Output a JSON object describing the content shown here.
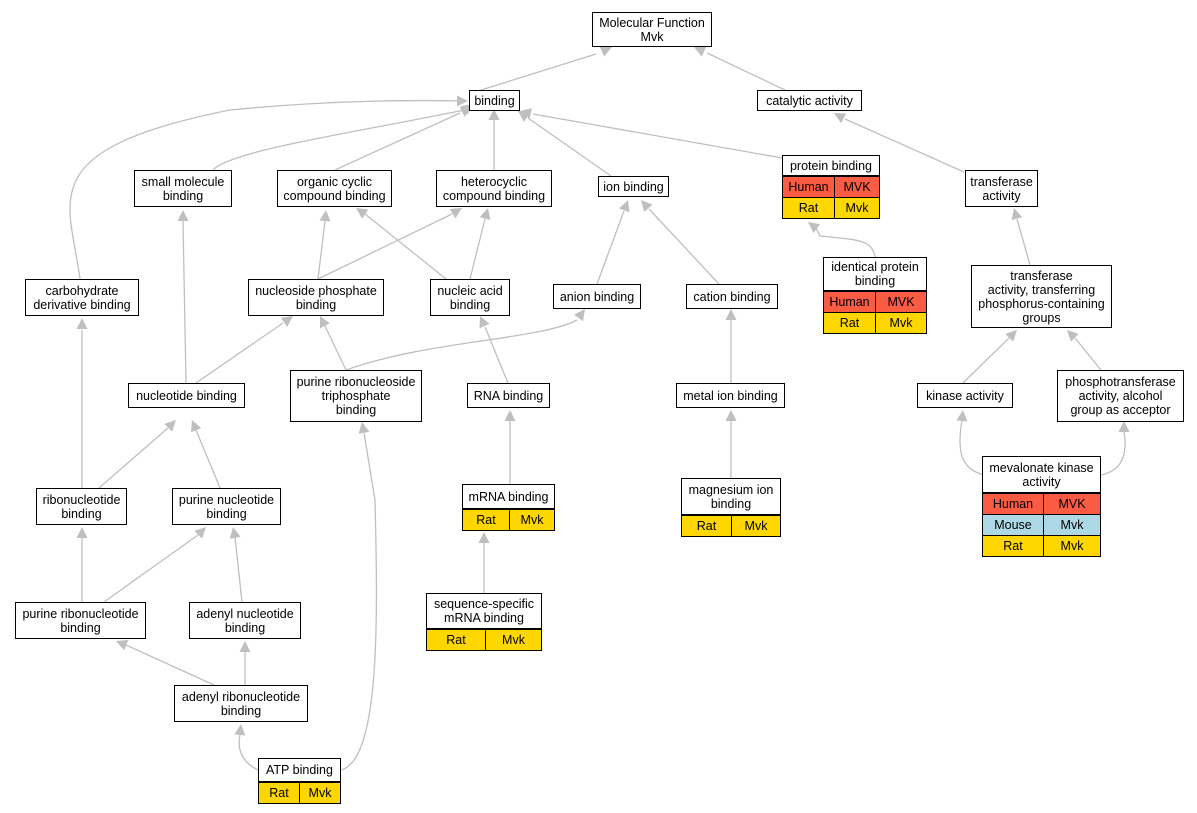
{
  "colors": {
    "edge": "#bfbfbf",
    "human": "#fa5c43",
    "mouse": "#add8e6",
    "rat": "#ffd700"
  },
  "nodes": {
    "molecular_function": "Molecular Function\nMvk",
    "binding": "binding",
    "catalytic_activity": "catalytic activity",
    "small_molecule_binding": "small molecule\nbinding",
    "organic_cyclic_compound_binding": "organic cyclic\ncompound binding",
    "heterocyclic_compound_binding": "heterocyclic\ncompound binding",
    "ion_binding": "ion binding",
    "protein_binding": "protein binding",
    "transferase_activity": "transferase\nactivity",
    "carbohydrate_derivative_binding": "carbohydrate\nderivative binding",
    "nucleoside_phosphate_binding": "nucleoside phosphate\nbinding",
    "nucleic_acid_binding": "nucleic acid\nbinding",
    "anion_binding": "anion binding",
    "cation_binding": "cation binding",
    "identical_protein_binding": "identical protein\nbinding",
    "transferase_phosphorus": "transferase\nactivity, transferring\nphosphorus-containing\ngroups",
    "nucleotide_binding": "nucleotide binding",
    "purine_ribonucleoside_triphosphate_binding": "purine ribonucleoside\ntriphosphate\nbinding",
    "rna_binding": "RNA binding",
    "metal_ion_binding": "metal ion binding",
    "kinase_activity": "kinase activity",
    "phosphotransferase_alcohol": "phosphotransferase\nactivity, alcohol\ngroup as acceptor",
    "ribonucleotide_binding": "ribonucleotide\nbinding",
    "purine_nucleotide_binding": "purine nucleotide\nbinding",
    "mrna_binding": "mRNA binding",
    "magnesium_ion_binding": "magnesium ion\nbinding",
    "mevalonate_kinase_activity": "mevalonate kinase\nactivity",
    "purine_ribonucleotide_binding": "purine ribonucleotide\nbinding",
    "adenyl_nucleotide_binding": "adenyl nucleotide\nbinding",
    "sequence_specific_mrna_binding": "sequence-specific\nmRNA binding",
    "adenyl_ribonucleotide_binding": "adenyl ribonucleotide\nbinding",
    "atp_binding": "ATP binding"
  },
  "annotations": {
    "protein_binding": [
      [
        "Human",
        "MVK"
      ],
      [
        "Rat",
        "Mvk"
      ]
    ],
    "identical_protein_binding": [
      [
        "Human",
        "MVK"
      ],
      [
        "Rat",
        "Mvk"
      ]
    ],
    "mrna_binding": [
      [
        "Rat",
        "Mvk"
      ]
    ],
    "magnesium_ion_binding": [
      [
        "Rat",
        "Mvk"
      ]
    ],
    "mevalonate_kinase_activity": [
      [
        "Human",
        "MVK"
      ],
      [
        "Mouse",
        "Mvk"
      ],
      [
        "Rat",
        "Mvk"
      ]
    ],
    "sequence_specific_mrna_binding": [
      [
        "Rat",
        "Mvk"
      ]
    ],
    "atp_binding": [
      [
        "Rat",
        "Mvk"
      ]
    ]
  }
}
